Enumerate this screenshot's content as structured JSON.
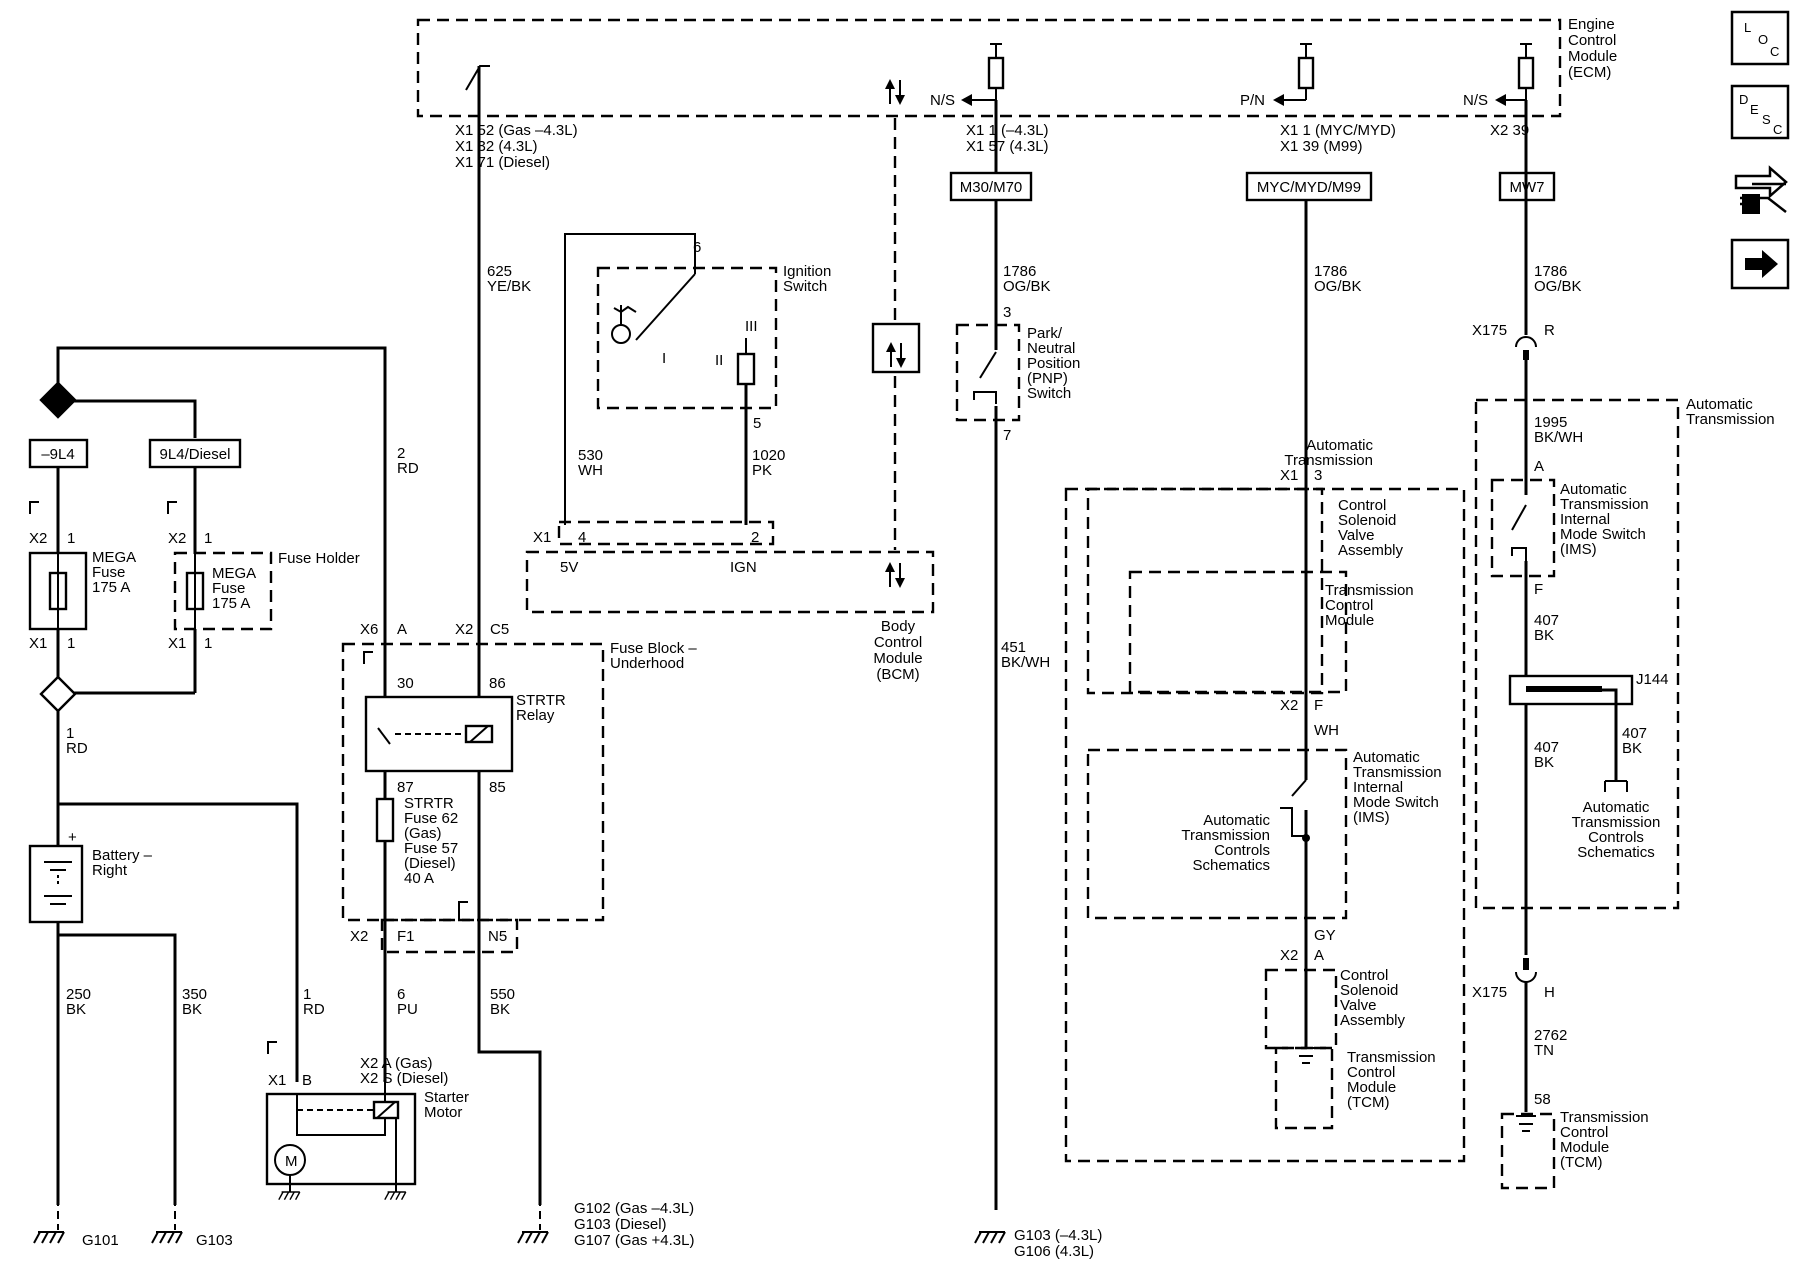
{
  "modules": {
    "ecm": [
      "Engine",
      "Control",
      "Module",
      "(ECM)"
    ],
    "ignition_switch": [
      "Ignition",
      "Switch"
    ],
    "ignition_marks": [
      "III",
      "II",
      "I"
    ],
    "bcm": [
      "Body",
      "Control",
      "Module",
      "(BCM)"
    ],
    "bcm_pins": [
      "5V",
      "IGN"
    ],
    "fuse_holder": "Fuse Holder",
    "fuse_block": [
      "Fuse Block –",
      "Underhood"
    ],
    "strtr_relay": [
      "STRTR",
      "Relay"
    ],
    "strtr_fuse": [
      "STRTR",
      "Fuse 62",
      "(Gas)",
      "Fuse 57",
      "(Diesel)",
      "40 A"
    ],
    "battery": [
      "Battery –",
      "Right"
    ],
    "starter": [
      "Starter",
      "Motor"
    ],
    "motor_symbol": "M",
    "pnp_switch": [
      "Park/",
      "Neutral",
      "Position",
      "(PNP)",
      "Switch"
    ],
    "auto_trans_1": [
      "Automatic",
      "Transmission"
    ],
    "csva_1": [
      "Control",
      "Solenoid",
      "Valve",
      "Assembly"
    ],
    "tcm_1": [
      "Transmission",
      "Control",
      "Module"
    ],
    "ims_1": [
      "Automatic",
      "Transmission",
      "Internal",
      "Mode Switch",
      "(IMS)"
    ],
    "atcs_1": [
      "Automatic",
      "Transmission",
      "Controls",
      "Schematics"
    ],
    "csva_2": [
      "Control",
      "Solenoid",
      "Valve",
      "Assembly"
    ],
    "tcm_2": [
      "Transmission",
      "Control",
      "Module",
      "(TCM)"
    ],
    "auto_trans_2": [
      "Automatic",
      "Transmission"
    ],
    "ims_2": [
      "Automatic",
      "Transmission",
      "Internal",
      "Mode Switch",
      "(IMS)"
    ],
    "atcs_2": [
      "Automatic",
      "Transmission",
      "Controls",
      "Schematics"
    ],
    "tcm_3": [
      "Transmission",
      "Control",
      "Module",
      "(TCM)"
    ],
    "mega_fuse": [
      "MEGA",
      "Fuse",
      "175 A"
    ],
    "mega_fuse_2": [
      "MEGA",
      "Fuse",
      "175 A"
    ]
  },
  "option_boxes": {
    "n9l4": "–9L4",
    "p9l4": "9L4/Diesel",
    "m30": "M30/M70",
    "myc": "MYC/MYD/M99",
    "mw7": "MW7"
  },
  "pins": {
    "ecm_start": [
      "X1  52 (Gas –4.3L)",
      "X1  32 (4.3L)",
      "X1  71 (Diesel)"
    ],
    "ecm_ns1": [
      "X1  1 (–4.3L)",
      "X1  57 (4.3L)"
    ],
    "ecm_pn": [
      "X1  1 (MYC/MYD)",
      "X1  39 (M99)"
    ],
    "ecm_ns2": "X2  39",
    "ns_1": "N/S",
    "pn": "P/N",
    "ns_2": "N/S",
    "ign_6": "6",
    "ign_5": "5",
    "bcm_x1": "X1",
    "bcm_4": "4",
    "bcm_2": "2",
    "mega_x2": "X2",
    "mega_x2_1": "1",
    "mega_x1": "X1",
    "mega_x1_1": "1",
    "mega2_x2": "X2",
    "mega2_x2_1": "1",
    "mega2_x1": "X1",
    "mega2_x1_1": "1",
    "fb_x6": "X6",
    "fb_a": "A",
    "fb_x2": "X2",
    "fb_c5": "C5",
    "relay_30": "30",
    "relay_86": "86",
    "relay_87": "87",
    "relay_85": "85",
    "fb_x2b": "X2",
    "fb_f1": "F1",
    "fb_n5": "N5",
    "batt_pos": "+",
    "batt_neg": "–",
    "starter_x1": "X1",
    "starter_b": "B",
    "starter_a": [
      "X2  A (Gas)",
      "X2  S (Diesel)"
    ],
    "pnp_3": "3",
    "pnp_7": "7",
    "at_x1": "X1",
    "at_3": "3",
    "at_x2": "X2",
    "at_f": "F",
    "at_x2b": "X2",
    "at_a": "A",
    "x175_top": "X175",
    "x175_r": "R",
    "ims_a": "A",
    "ims_f": "F",
    "j144": "J144",
    "x175_bot": "X175",
    "x175_h": "H",
    "tcm_58": "58"
  },
  "wires": {
    "w625": [
      "625",
      "YE/BK"
    ],
    "w530": [
      "530",
      "WH"
    ],
    "w1020": [
      "1020",
      "PK"
    ],
    "w2": [
      "2",
      "RD"
    ],
    "w1a": [
      "1",
      "RD"
    ],
    "w250": [
      "250",
      "BK"
    ],
    "w350": [
      "350",
      "BK"
    ],
    "w1b": [
      "1",
      "RD"
    ],
    "w6": [
      "6",
      "PU"
    ],
    "w550": [
      "550",
      "BK"
    ],
    "w1786a": [
      "1786",
      "OG/BK"
    ],
    "w451": [
      "451",
      "BK/WH"
    ],
    "w1786b": [
      "1786",
      "OG/BK"
    ],
    "wWH": "WH",
    "wGY": "GY",
    "w1786c": [
      "1786",
      "OG/BK"
    ],
    "w1995": [
      "1995",
      "BK/WH"
    ],
    "w407a": [
      "407",
      "BK"
    ],
    "w407b": [
      "407",
      "BK"
    ],
    "w407c": [
      "407",
      "BK"
    ],
    "w2762": [
      "2762",
      "TN"
    ]
  },
  "grounds": {
    "g101": "G101",
    "g103": "G103",
    "g_main": [
      "G102 (Gas –4.3L)",
      "G103 (Diesel)",
      "G107 (Gas +4.3L)"
    ],
    "g_pnp": [
      "G103 (–4.3L)",
      "G106 (4.3L)"
    ]
  },
  "side_icons": {
    "loc": [
      "L",
      "O",
      "C"
    ],
    "desc": [
      "D",
      "E",
      "S",
      "C"
    ],
    "icon_names": [
      "location-icon",
      "description-icon",
      "connector-icon",
      "next-page-icon"
    ]
  }
}
